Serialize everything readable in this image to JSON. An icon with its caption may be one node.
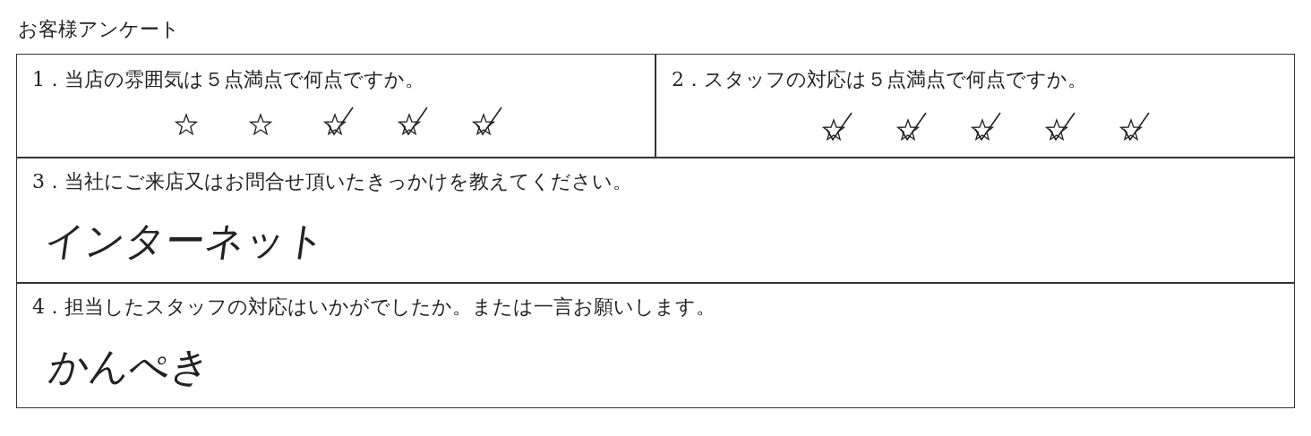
{
  "diagram": {
    "title": "お客様アンケート",
    "labels": [
      "1．当店の雰囲気は５点満点で何点ですか。",
      "2．スタッフの対応は５点満点で何点ですか。",
      "3．当社にご来店又はお問合せ頂いたきっかけを教えてください。",
      "インターネット",
      "4．担当したスタッフの対応はいかがでしたか。または一言お願いします。",
      "かんぺき"
    ]
  }
}
